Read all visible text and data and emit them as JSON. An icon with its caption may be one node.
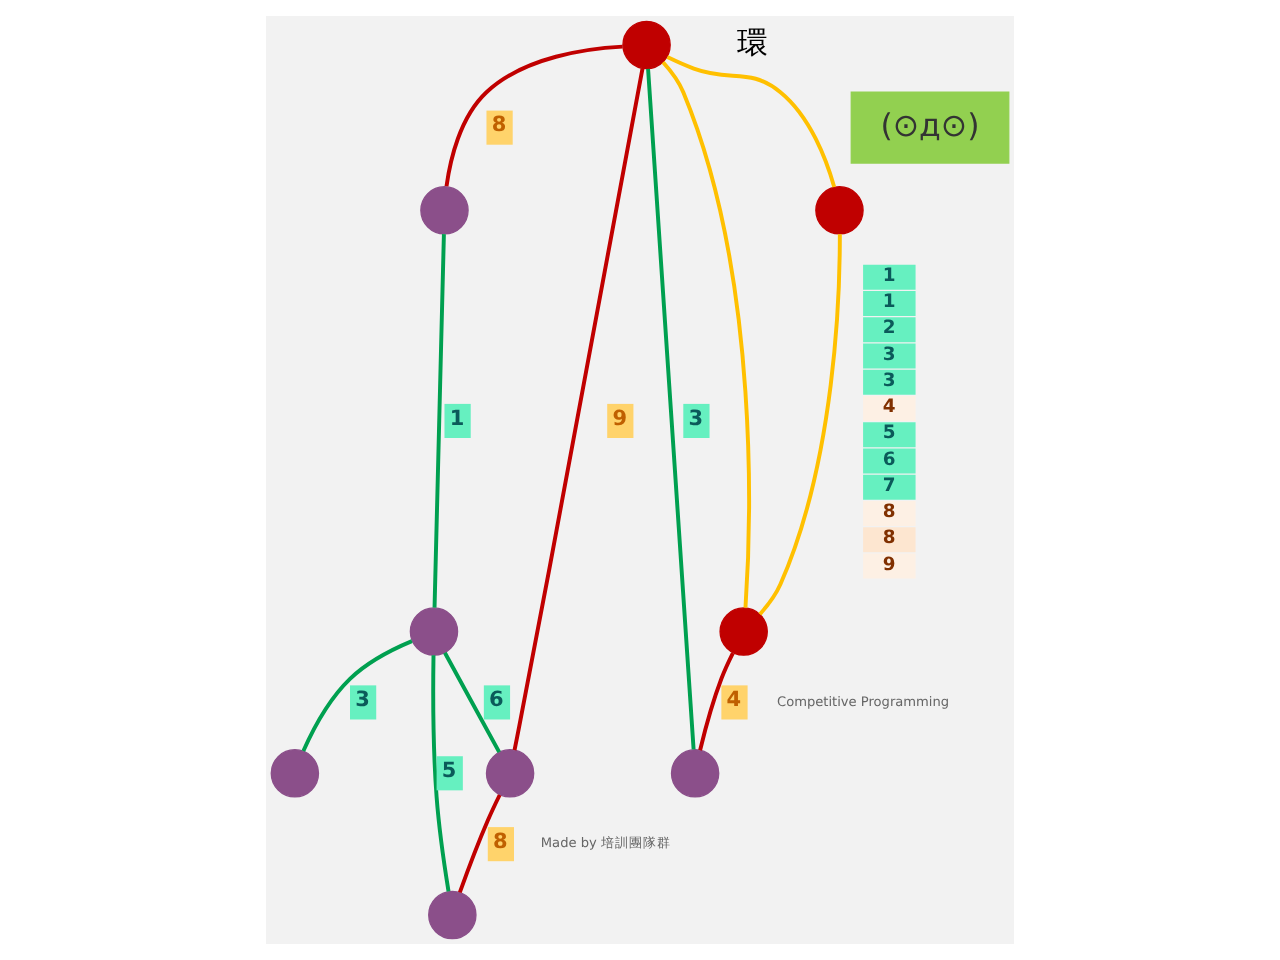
{
  "diagram": {
    "nodes": [
      {
        "text": [],
        "shape": "circle"
      },
      {
        "text": [],
        "shape": "circle"
      },
      {
        "text": [],
        "shape": "circle"
      },
      {
        "text": [],
        "shape": "circle"
      },
      {
        "text": [],
        "shape": "circle"
      },
      {
        "text": [],
        "shape": "circle"
      },
      {
        "text": [],
        "shape": "circle"
      },
      {
        "text": [],
        "shape": "circle"
      },
      {
        "text": [],
        "shape": "circle"
      },
      {
        "text": [
          "(⊙д⊙)"
        ]
      }
    ],
    "edges": [
      {
        "from": 2,
        "to": 0,
        "arrow": "none",
        "label": "8",
        "color": "#c00000"
      },
      {
        "from": 0,
        "to": 1,
        "arrow": "none",
        "label": "1"
      },
      {
        "from": 1,
        "to": 3,
        "arrow": "none",
        "label": "3"
      },
      {
        "from": 1,
        "to": 4,
        "arrow": "none",
        "label": "6"
      },
      {
        "from": 1,
        "to": 6,
        "arrow": "none",
        "label": "5"
      },
      {
        "from": 2,
        "to": 4,
        "arrow": "none",
        "label": "9",
        "color": "#c00000"
      },
      {
        "from": 4,
        "to": 6,
        "arrow": "none",
        "label": "8",
        "color": "#c00000"
      },
      {
        "from": 2,
        "to": 7,
        "arrow": "none",
        "label": "3"
      },
      {
        "from": 8,
        "to": 7,
        "arrow": "none",
        "label": "4",
        "color": "#c00000"
      },
      {
        "from": 2,
        "to": 5,
        "arrow": "none",
        "color": "#ffc000"
      },
      {
        "from": 5,
        "to": 8,
        "arrow": "none",
        "color": "#ffc000"
      },
      {
        "from": 2,
        "to": 8,
        "arrow": "none",
        "color": "#ffc000"
      }
    ],
    "labels": [
      "1",
      "1",
      "2",
      "3",
      "3",
      "4",
      "5",
      "6",
      "7",
      "8",
      "8",
      "9",
      "環",
      "Competitive Programming",
      "Made by 培訓團隊群"
    ]
  }
}
